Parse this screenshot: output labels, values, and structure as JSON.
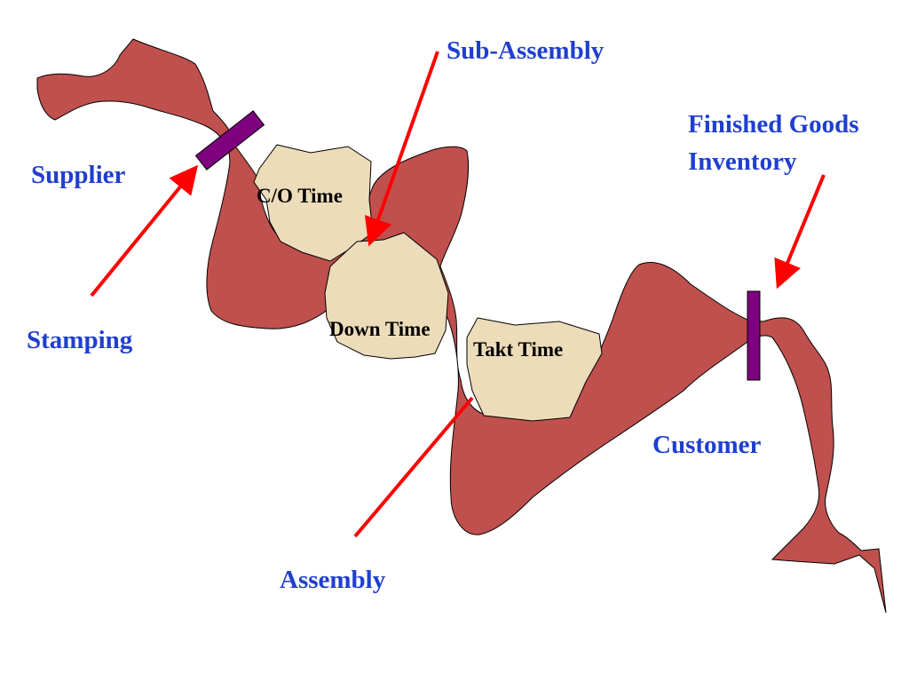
{
  "colors": {
    "river": "#c0504d",
    "rock": "#ecdcb9",
    "inventory_bar": "#7f007f",
    "arrow": "#ff0000",
    "label_blue": "#1f3fcf"
  },
  "labels": {
    "sub_assembly": "Sub-Assembly",
    "finished_goods_line1": "Finished Goods",
    "finished_goods_line2": "Inventory",
    "supplier": "Supplier",
    "stamping": "Stamping",
    "customer": "Customer",
    "assembly": "Assembly"
  },
  "rocks": {
    "co_time": "C/O Time",
    "down_time": "Down Time",
    "takt_time": "Takt Time"
  }
}
